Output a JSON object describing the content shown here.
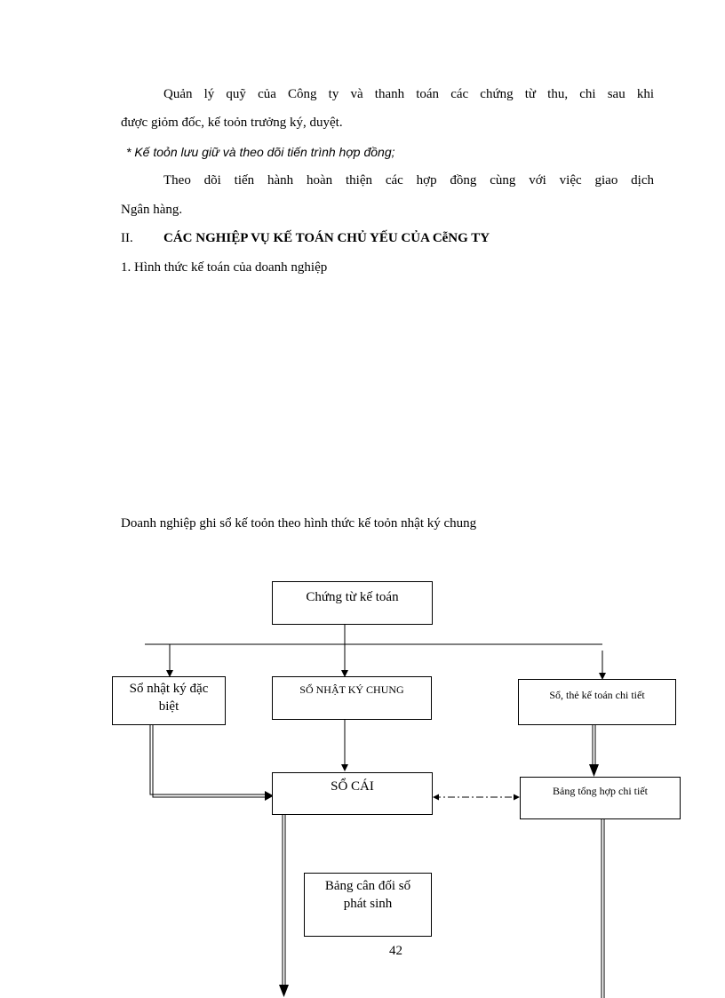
{
  "paragraphs": {
    "p1_line1": "Quản lý quỹ của Công ty và thanh toán các chứng từ thu, chi sau khi",
    "p1_line2": "được giỏm đốc, kế toỏn trưởng ký, duyệt.",
    "p2": "* Kế toỏn lưu giữ và theo dõi tiến trình hợp đồng;",
    "p3_line1": "Theo dõi tiến hành hoàn thiện các hợp đồng cùng với việc giao dịch",
    "p3_line2": "Ngân hàng."
  },
  "section": {
    "number": "II.",
    "title": "CÁC NGHIỆP VỤ KẾ TOÁN CHỦ YẾU CỦA CễNG TY"
  },
  "subsection": "1. Hình thức kế toán của doanh nghiệp",
  "intro": "Doanh nghiệp ghi sổ kế toỏn theo hình thức kế toỏn nhật ký chung",
  "diagram": {
    "chung_tu": "Chứng từ kế toán",
    "so_nhat_ky_dac_biet": "Sổ nhật ký đặc biệt",
    "so_nhat_ky_chung": "SỔ NHẬT KÝ CHUNG",
    "so_the_chi_tiet": "Sổ, thẻ kế toán chi tiết",
    "so_cai": "SỔ CÁI",
    "bang_tong_hop": "Bảng tổng hợp chi tiết",
    "bang_can_doi": "Bảng cân đối số phát sinh"
  },
  "page_number": "42"
}
